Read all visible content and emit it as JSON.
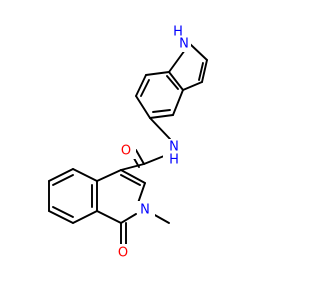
{
  "molecule": {
    "atoms": {
      "indole_nh_h": "H",
      "indole_nh_n": "N",
      "amide_nh_n": "N",
      "amide_nh_h": "H",
      "carbonyl_o_amide": "O",
      "ring_n": "N",
      "carbonyl_o_ring": "O"
    }
  },
  "colors": {
    "bond": "#000000",
    "nitrogen": "#0000ff",
    "oxygen": "#ff0000",
    "background": "#ffffff"
  }
}
